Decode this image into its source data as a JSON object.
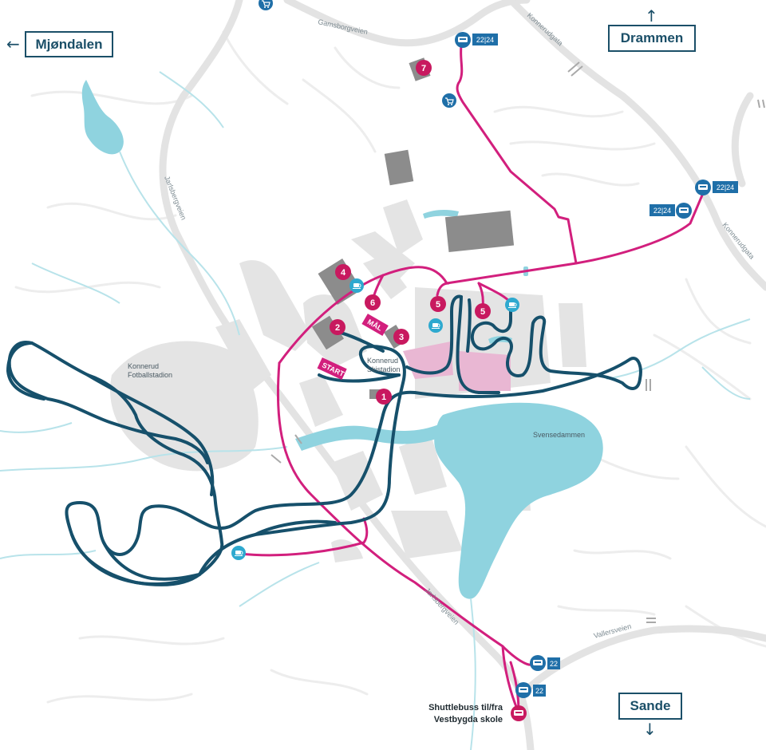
{
  "destinations": {
    "mjondalen": "Mjøndalen",
    "drammen": "Drammen",
    "sande": "Sande"
  },
  "roads": {
    "gamsborgveien": "Gamsborgveien",
    "konnerudgata_top": "Konnerudgata",
    "konnerudgata_right": "Konnerudgata",
    "jarlsbergveien_left": "Jarlsbergveien",
    "jarlsbergveien_bottom": "Jarlsbergveien",
    "vallersveien": "Vallersveien"
  },
  "places": {
    "fotballstadion_line1": "Konnerud",
    "fotballstadion_line2": "Fotballstadion",
    "skistadion_line1": "Konnerud",
    "skistadion_line2": "Skistadion",
    "svensedammen": "Svensedammen"
  },
  "markers": [
    "1",
    "2",
    "3",
    "4",
    "5",
    "5",
    "6",
    "7"
  ],
  "tags": {
    "start": "START",
    "mal": "MÅL"
  },
  "bus_routes": {
    "top": "22|24",
    "right_upper": "22|24",
    "right_lower": "22|24",
    "bottom_upper": "22",
    "bottom_lower": "22"
  },
  "shuttle": {
    "line1": "Shuttlebuss til/fra",
    "line2": "Vestbygda skole"
  },
  "icons": {
    "shop": "shopping-cart-icon",
    "bus": "bus-icon",
    "cafe": "coffee-cup-icon"
  },
  "colors": {
    "ski_track": "#16506b",
    "pink_route": "#d21f7d",
    "water": "#8fd3df",
    "building": "#8c8c8c",
    "area": "#e4e4e4",
    "marker": "#c8195f",
    "bus_blue": "#1f6fa8",
    "cafe_cyan": "#2ea9cf",
    "stadium_pink": "#e9b7d3",
    "road": "#e3e3e3"
  }
}
